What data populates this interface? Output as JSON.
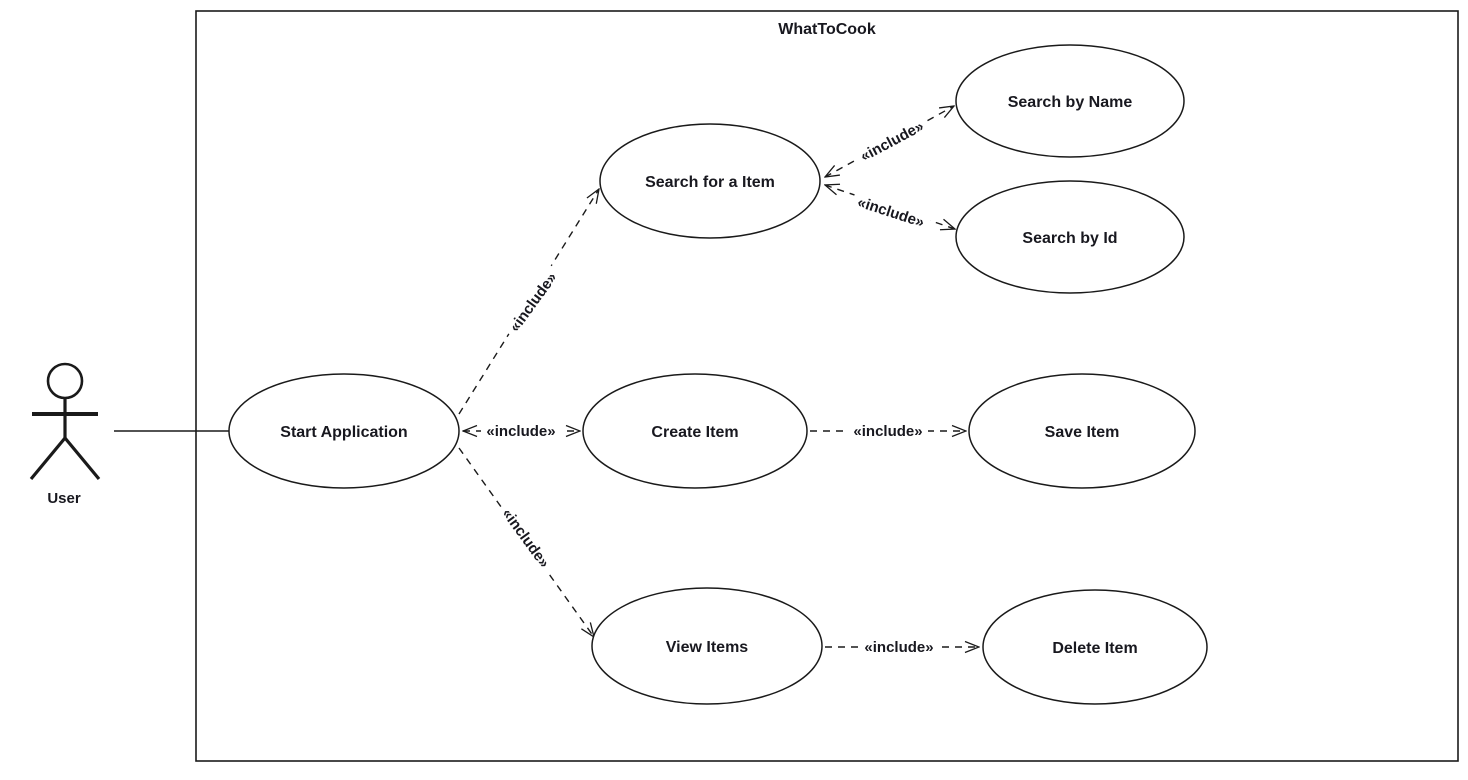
{
  "diagram": {
    "type": "uml-use-case-diagram",
    "system": {
      "name": "WhatToCook"
    },
    "actor": {
      "name": "User"
    },
    "use_cases": [
      {
        "id": "start-application",
        "label": "Start Application"
      },
      {
        "id": "search-for-a-item",
        "label": "Search for a Item"
      },
      {
        "id": "search-by-name",
        "label": "Search by Name"
      },
      {
        "id": "search-by-id",
        "label": "Search by Id"
      },
      {
        "id": "create-item",
        "label": "Create Item"
      },
      {
        "id": "save-item",
        "label": "Save Item"
      },
      {
        "id": "view-items",
        "label": "View Items"
      },
      {
        "id": "delete-item",
        "label": "Delete Item"
      }
    ],
    "associations": [
      {
        "from": "User",
        "to": "Start Application"
      }
    ],
    "relationships": [
      {
        "from": "Start Application",
        "to": "Search for a Item",
        "stereotype": "«include»"
      },
      {
        "from": "Start Application",
        "to": "Create Item",
        "stereotype": "«include»"
      },
      {
        "from": "Start Application",
        "to": "View Items",
        "stereotype": "«include»"
      },
      {
        "from": "Search for a Item",
        "to": "Search by Name",
        "stereotype": "«include»"
      },
      {
        "from": "Search for a Item",
        "to": "Search by Id",
        "stereotype": "«include»"
      },
      {
        "from": "Create Item",
        "to": "Save Item",
        "stereotype": "«include»"
      },
      {
        "from": "View Items",
        "to": "Delete Item",
        "stereotype": "«include»"
      }
    ],
    "colors": {
      "stroke": "#1a1a1a",
      "text": "#18181f",
      "background": "#ffffff"
    }
  }
}
